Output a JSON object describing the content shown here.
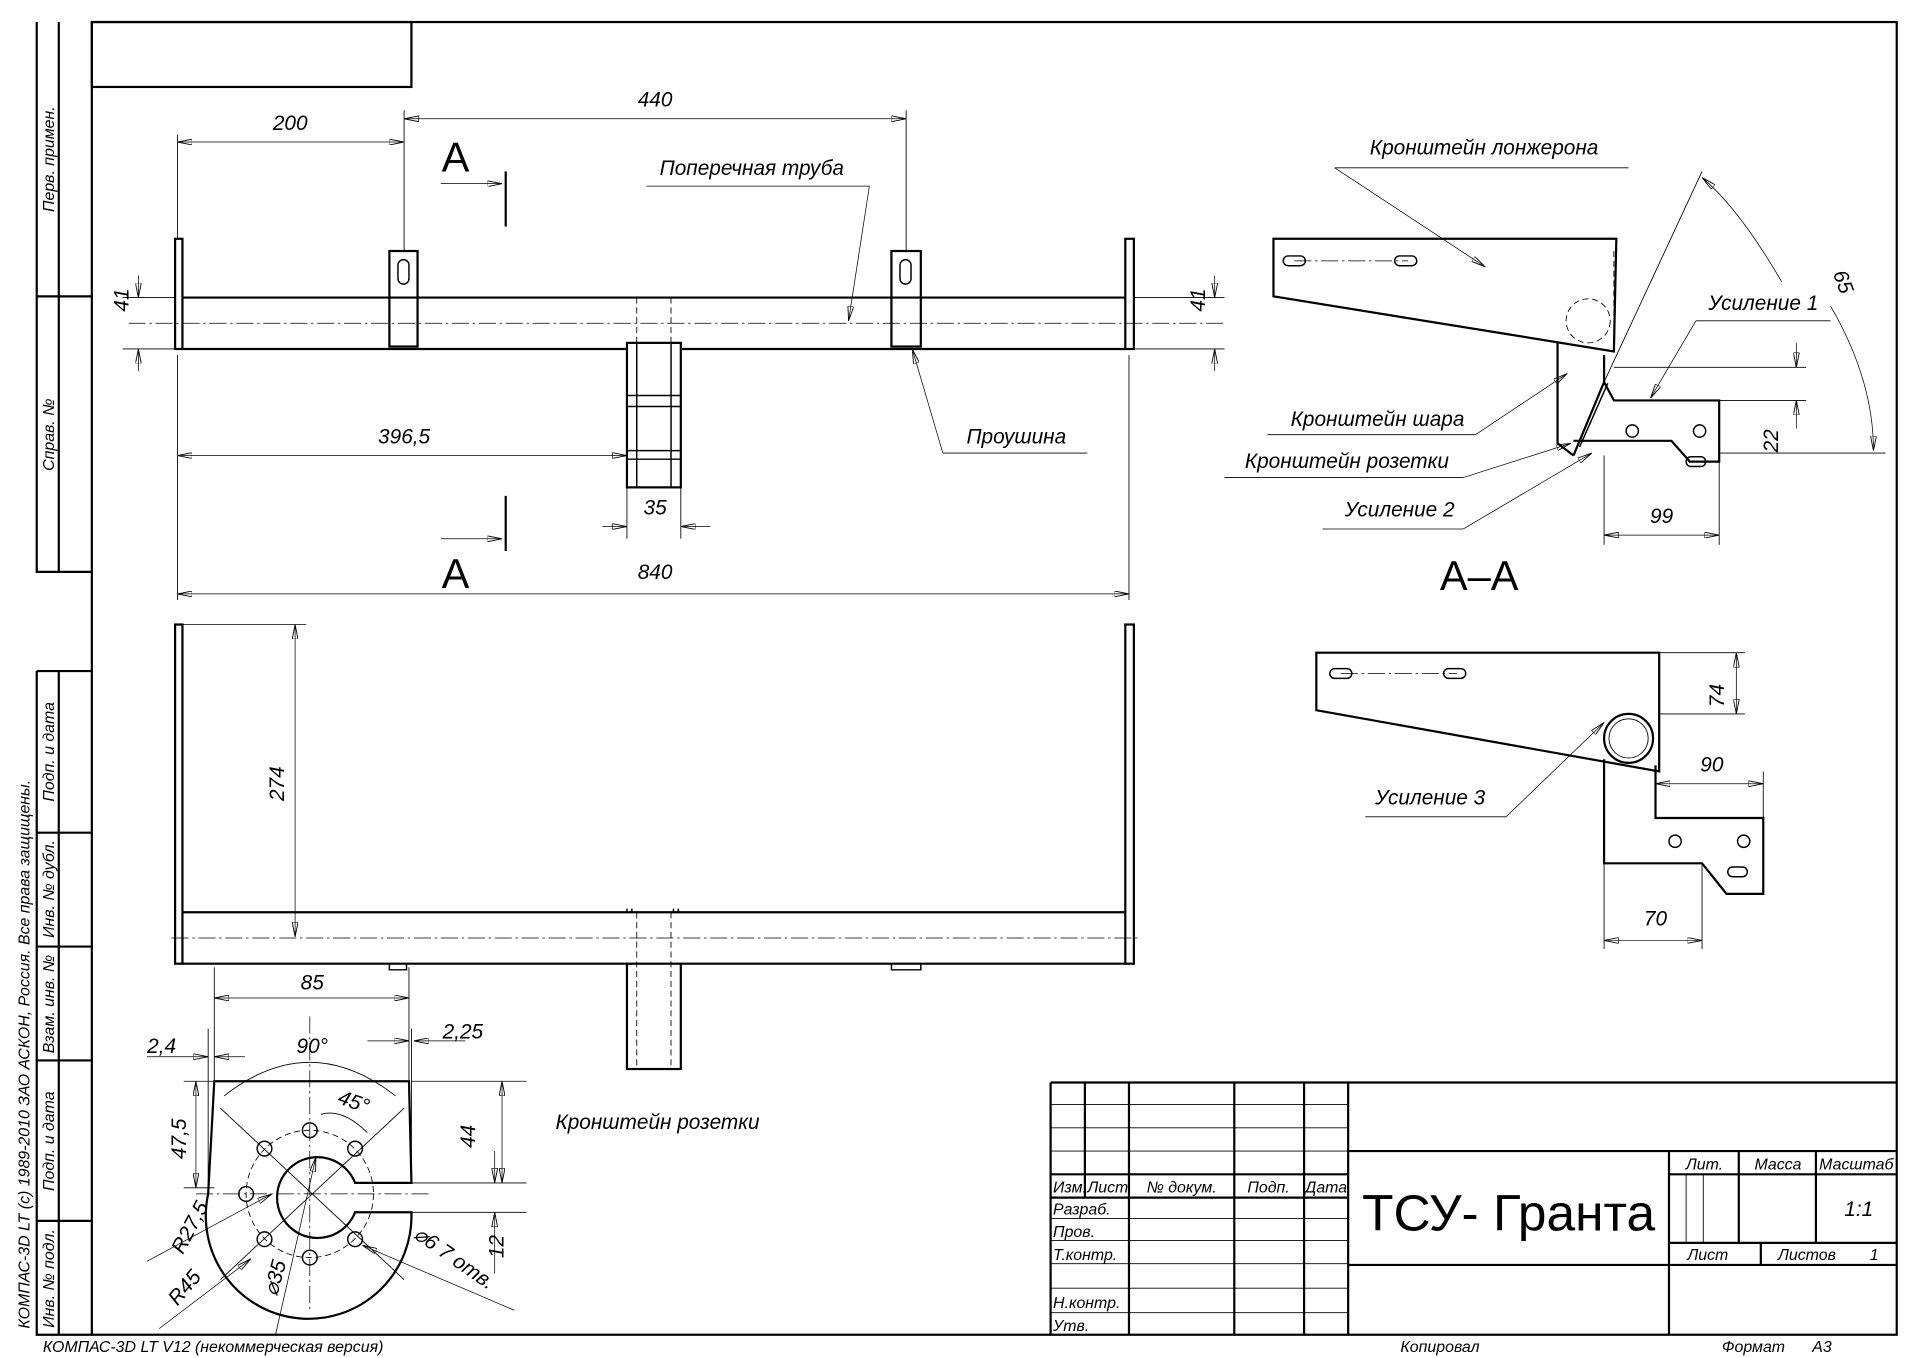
{
  "side_strip": {
    "copyright": "КОМПАС-3D LT (c) 1989-2010 ЗАО АСКОН, Россия. Все права защищены.",
    "cells": [
      "Перв. примен.",
      "Справ. №",
      "Подп. и дата",
      "Инв. № дубл.",
      "Взам. инв. №",
      "Подп. и дата",
      "Инв. № подл."
    ]
  },
  "top_view": {
    "section_mark": "A",
    "section_mark_bottom": "A",
    "labels": {
      "tube": "Поперечная труба",
      "eyelet": "Проушина"
    },
    "dims": {
      "d200": "200",
      "d440": "440",
      "d41_left": "41",
      "d41_right": "41",
      "d396": "396,5",
      "d35": "35",
      "d840": "840"
    }
  },
  "front_view": {
    "dims": {
      "d274": "274",
      "d85": "85"
    }
  },
  "detail": {
    "label": "Кронштейн розетки",
    "dims": {
      "d2_4": "2,4",
      "d90": "90°",
      "d2_25": "2,25",
      "d45": "45°",
      "d47_5": "47,5",
      "d44": "44",
      "d12": "12",
      "r27_5": "R27,5",
      "r45": "R45",
      "dia35": "⌀35",
      "holes": "⌀6 7 отв."
    }
  },
  "section": {
    "title": "А–А",
    "labels": {
      "spar_bracket": "Кронштейн лонжерона",
      "reinf1": "Усиление 1",
      "ball_bracket": "Кронштейн шара",
      "socket_bracket": "Кронштейн розетки",
      "reinf2": "Усиление 2"
    },
    "dims": {
      "angle": "65",
      "d22": "22",
      "d99": "99"
    }
  },
  "view2": {
    "labels": {
      "reinf3": "Усиление 3"
    },
    "dims": {
      "d74": "74",
      "d90": "90",
      "d70": "70"
    }
  },
  "title_block": {
    "title": "ТСУ- Гранта",
    "headers": {
      "izm": "Изм.",
      "list": "Лист",
      "doc_no": "№ докум.",
      "sign": "Подп.",
      "date": "Дата"
    },
    "roles": [
      "Разраб.",
      "Пров.",
      "Т.контр.",
      "Н.контр.",
      "Утв."
    ],
    "lit": "Лит.",
    "mass": "Масса",
    "scale_label": "Масштаб",
    "scale": "1:1",
    "sheet": "Лист",
    "sheets_label": "Листов",
    "sheets": "1"
  },
  "footer": {
    "copied": "Копировал",
    "format_label": "Формат",
    "format": "А3",
    "software": "КОМПАС-3D LT V12 (некоммерческая версия)"
  }
}
